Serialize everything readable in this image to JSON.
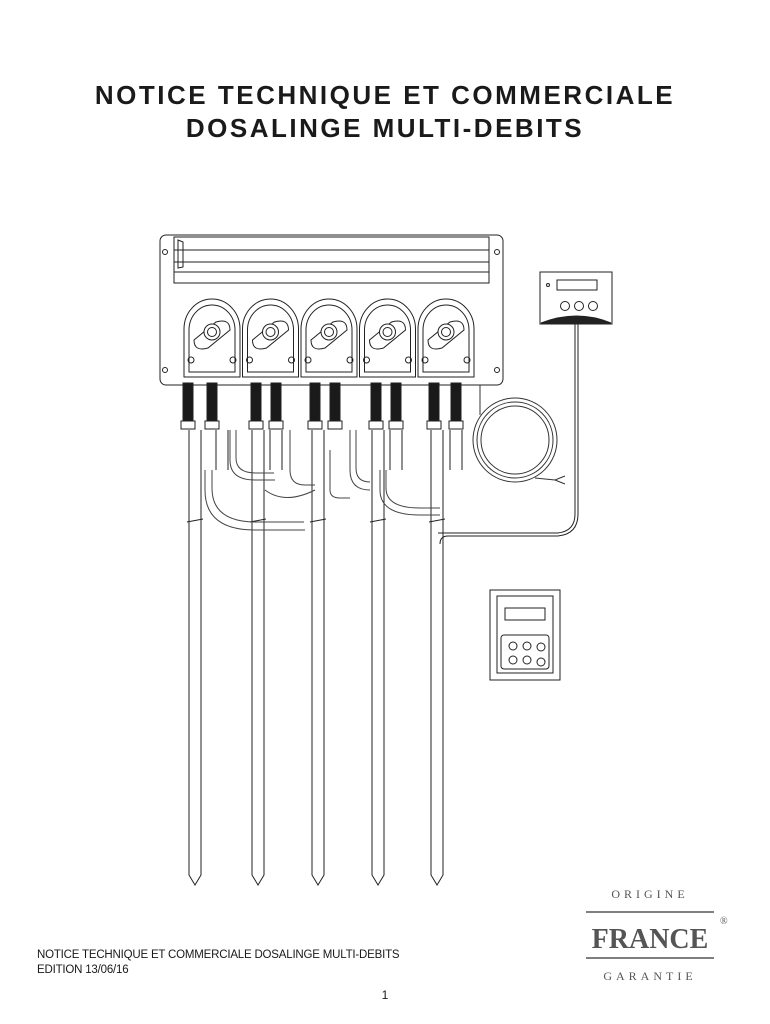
{
  "header": {
    "title_line1": "NOTICE TECHNIQUE ET COMMERCIALE",
    "title_line2": "DOSALINGE MULTI-DEBITS"
  },
  "figure": {
    "pump_count": 5,
    "icon": "multi-pump-dosing-unit-illustration"
  },
  "footer": {
    "doc_name": "NOTICE TECHNIQUE ET COMMERCIALE DOSALINGE MULTI-DEBITS",
    "edition": "EDITION 13/06/16",
    "page_number": "1"
  },
  "logo": {
    "top": "ORIGINE",
    "center": "FRANCE",
    "bottom": "GARANTIE",
    "mark": "®"
  }
}
